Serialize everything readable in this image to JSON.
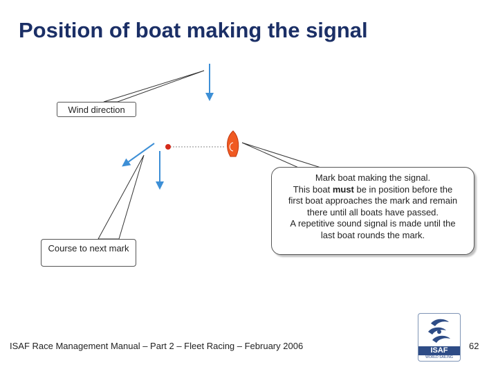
{
  "slide": {
    "title": "Position of boat making the signal",
    "footer": "ISAF Race Management Manual – Part 2 – Fleet Racing – February 2006",
    "page_number": "62"
  },
  "callouts": {
    "wind_direction": "Wind direction",
    "course_to_next_mark": "Course to next mark",
    "mark_boat": {
      "line1": "Mark boat making the signal.",
      "line2_pre": "This boat ",
      "line2_bold": "must",
      "line2_post": " be in position before the",
      "line3": "first boat approaches the mark and remain",
      "line4": "there until all boats have passed.",
      "line5": "A repetitive sound signal is made until the",
      "line6": "last boat rounds the mark."
    }
  },
  "logo": {
    "text": "ISAF",
    "subtext": "WORLD SAILING"
  },
  "colors": {
    "title": "#1b2f66",
    "arrow": "#3d8fd6",
    "mark": "#d42a1a",
    "boat": "#f05a22"
  }
}
